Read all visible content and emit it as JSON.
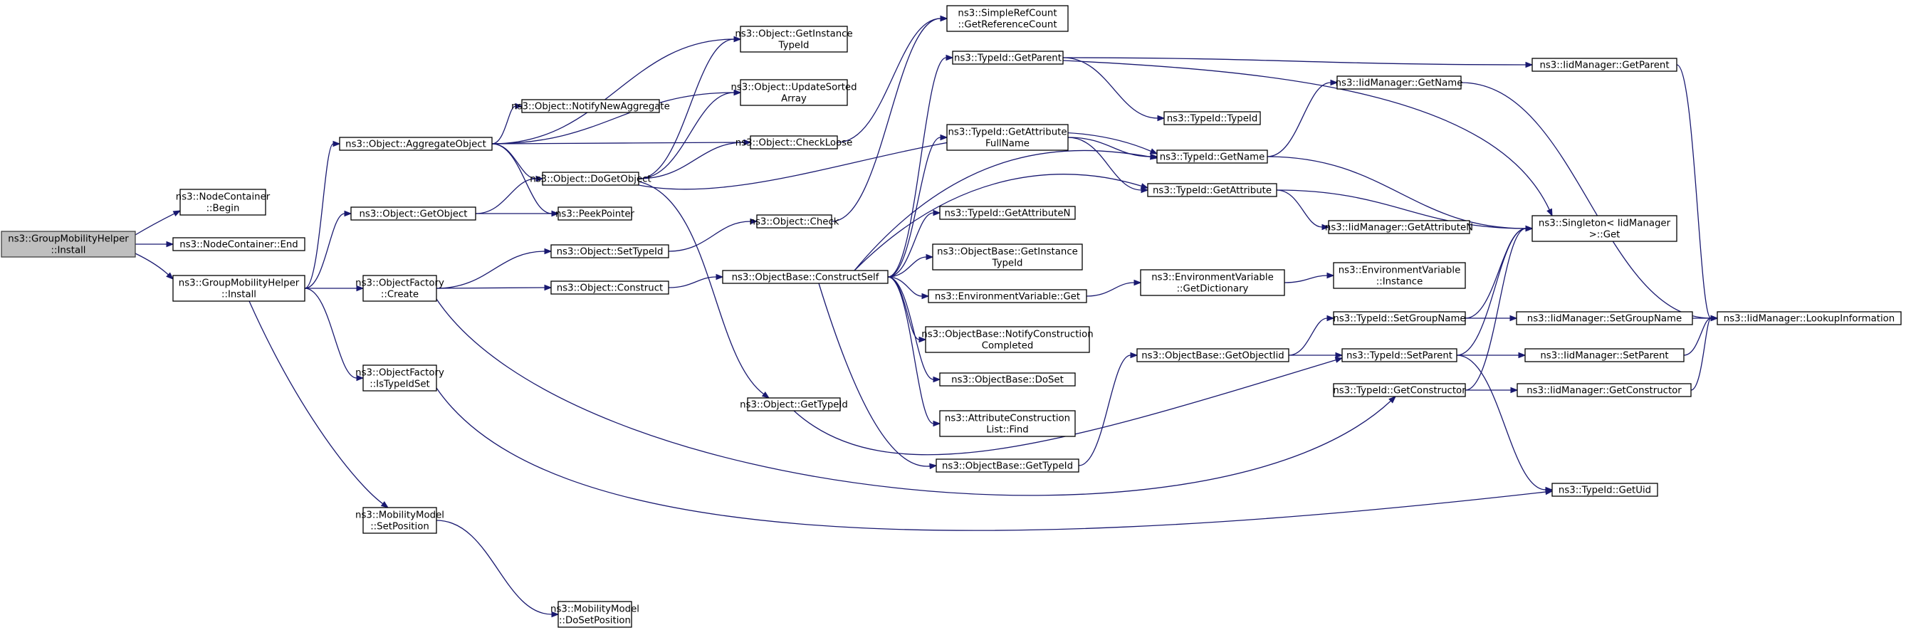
{
  "graph": {
    "root": "GroupMobilityHelper::Install (root)",
    "nodes": [
      {
        "id": "root",
        "lines": [
          "ns3::GroupMobilityHelper",
          "::Install"
        ],
        "highlight": true
      },
      {
        "id": "nc_begin",
        "lines": [
          "ns3::NodeContainer",
          "::Begin"
        ]
      },
      {
        "id": "nc_end",
        "lines": [
          "ns3::NodeContainer::End"
        ]
      },
      {
        "id": "gmh_install",
        "lines": [
          "ns3::GroupMobilityHelper",
          "::Install"
        ]
      },
      {
        "id": "aggregate",
        "lines": [
          "ns3::Object::AggregateObject"
        ]
      },
      {
        "id": "getobject",
        "lines": [
          "ns3::Object::GetObject"
        ]
      },
      {
        "id": "of_create",
        "lines": [
          "ns3::ObjectFactory",
          "::Create"
        ]
      },
      {
        "id": "of_istypeidset",
        "lines": [
          "ns3::ObjectFactory",
          "::IsTypeIdSet"
        ]
      },
      {
        "id": "mm_setpos",
        "lines": [
          "ns3::MobilityModel",
          "::SetPosition"
        ]
      },
      {
        "id": "mm_dosetpos",
        "lines": [
          "ns3::MobilityModel",
          "::DoSetPosition"
        ]
      },
      {
        "id": "notifynew",
        "lines": [
          "ns3::Object::NotifyNewAggregate"
        ]
      },
      {
        "id": "dogetobject",
        "lines": [
          "ns3::Object::DoGetObject"
        ]
      },
      {
        "id": "peekpointer",
        "lines": [
          "ns3::PeekPointer"
        ]
      },
      {
        "id": "settypeid",
        "lines": [
          "ns3::Object::SetTypeId"
        ]
      },
      {
        "id": "construct",
        "lines": [
          "ns3::Object::Construct"
        ]
      },
      {
        "id": "getinstancetypeid",
        "lines": [
          "ns3::Object::GetInstance",
          "TypeId"
        ]
      },
      {
        "id": "updatesorted",
        "lines": [
          "ns3::Object::UpdateSorted",
          "Array"
        ]
      },
      {
        "id": "checkloose",
        "lines": [
          "ns3::Object::CheckLoose"
        ]
      },
      {
        "id": "check",
        "lines": [
          "ns3::Object::Check"
        ]
      },
      {
        "id": "obj_gettypeid",
        "lines": [
          "ns3::Object::GetTypeId"
        ]
      },
      {
        "id": "constructself",
        "lines": [
          "ns3::ObjectBase::ConstructSelf"
        ]
      },
      {
        "id": "simplerefcount",
        "lines": [
          "ns3::SimpleRefCount",
          "::GetReferenceCount"
        ]
      },
      {
        "id": "tid_getparent",
        "lines": [
          "ns3::TypeId::GetParent"
        ]
      },
      {
        "id": "tid_getattrfullname",
        "lines": [
          "ns3::TypeId::GetAttribute",
          "FullName"
        ]
      },
      {
        "id": "tid_getattrn",
        "lines": [
          "ns3::TypeId::GetAttributeN"
        ]
      },
      {
        "id": "ob_getinstancetypeid",
        "lines": [
          "ns3::ObjectBase::GetInstance",
          "TypeId"
        ]
      },
      {
        "id": "env_get",
        "lines": [
          "ns3::EnvironmentVariable::Get"
        ]
      },
      {
        "id": "ob_notifyconstruction",
        "lines": [
          "ns3::ObjectBase::NotifyConstruction",
          "Completed"
        ]
      },
      {
        "id": "ob_doset",
        "lines": [
          "ns3::ObjectBase::DoSet"
        ]
      },
      {
        "id": "acl_find",
        "lines": [
          "ns3::AttributeConstruction",
          "List::Find"
        ]
      },
      {
        "id": "ob_gettypeid",
        "lines": [
          "ns3::ObjectBase::GetTypeId"
        ]
      },
      {
        "id": "tid_typeid",
        "lines": [
          "ns3::TypeId::TypeId"
        ]
      },
      {
        "id": "tid_getname",
        "lines": [
          "ns3::TypeId::GetName"
        ]
      },
      {
        "id": "tid_getattribute",
        "lines": [
          "ns3::TypeId::GetAttribute"
        ]
      },
      {
        "id": "env_getdict",
        "lines": [
          "ns3::EnvironmentVariable",
          "::GetDictionary"
        ]
      },
      {
        "id": "ob_getobjectiid",
        "lines": [
          "ns3::ObjectBase::GetObjectIid"
        ]
      },
      {
        "id": "iid_getname",
        "lines": [
          "ns3::IidManager::GetName"
        ]
      },
      {
        "id": "iid_getattrn",
        "lines": [
          "ns3::IidManager::GetAttributeN"
        ]
      },
      {
        "id": "env_instance",
        "lines": [
          "ns3::EnvironmentVariable",
          "::Instance"
        ]
      },
      {
        "id": "tid_setgroupname",
        "lines": [
          "ns3::TypeId::SetGroupName"
        ]
      },
      {
        "id": "tid_setparent",
        "lines": [
          "ns3::TypeId::SetParent"
        ]
      },
      {
        "id": "tid_getconstructor",
        "lines": [
          "ns3::TypeId::GetConstructor"
        ]
      },
      {
        "id": "iid_getparent",
        "lines": [
          "ns3::IidManager::GetParent"
        ]
      },
      {
        "id": "singleton_get",
        "lines": [
          "ns3::Singleton< IidManager",
          " >::Get"
        ]
      },
      {
        "id": "iid_setgroupname",
        "lines": [
          "ns3::IidManager::SetGroupName"
        ]
      },
      {
        "id": "iid_setparent",
        "lines": [
          "ns3::IidManager::SetParent"
        ]
      },
      {
        "id": "iid_getconstructor",
        "lines": [
          "ns3::IidManager::GetConstructor"
        ]
      },
      {
        "id": "tid_getuid",
        "lines": [
          "ns3::TypeId::GetUid"
        ]
      },
      {
        "id": "iid_lookup",
        "lines": [
          "ns3::IidManager::LookupInformation"
        ]
      }
    ],
    "edges": [
      [
        "root",
        "nc_begin"
      ],
      [
        "root",
        "nc_end"
      ],
      [
        "root",
        "gmh_install"
      ],
      [
        "gmh_install",
        "aggregate"
      ],
      [
        "gmh_install",
        "getobject"
      ],
      [
        "gmh_install",
        "of_create"
      ],
      [
        "gmh_install",
        "of_istypeidset"
      ],
      [
        "gmh_install",
        "mm_setpos"
      ],
      [
        "aggregate",
        "getinstancetypeid"
      ],
      [
        "aggregate",
        "updatesorted"
      ],
      [
        "aggregate",
        "notifynew"
      ],
      [
        "aggregate",
        "checkloose"
      ],
      [
        "aggregate",
        "dogetobject"
      ],
      [
        "aggregate",
        "peekpointer"
      ],
      [
        "getobject",
        "dogetobject"
      ],
      [
        "getobject",
        "peekpointer"
      ],
      [
        "of_create",
        "settypeid"
      ],
      [
        "of_create",
        "construct"
      ],
      [
        "of_create",
        "tid_getconstructor"
      ],
      [
        "of_istypeidset",
        "tid_getuid"
      ],
      [
        "mm_setpos",
        "mm_dosetpos"
      ],
      [
        "dogetobject",
        "getinstancetypeid"
      ],
      [
        "dogetobject",
        "updatesorted"
      ],
      [
        "dogetobject",
        "checkloose"
      ],
      [
        "dogetobject",
        "tid_getname"
      ],
      [
        "dogetobject",
        "obj_gettypeid"
      ],
      [
        "checkloose",
        "simplerefcount"
      ],
      [
        "settypeid",
        "check"
      ],
      [
        "check",
        "simplerefcount"
      ],
      [
        "construct",
        "constructself"
      ],
      [
        "obj_gettypeid",
        "tid_setparent"
      ],
      [
        "constructself",
        "tid_getparent"
      ],
      [
        "constructself",
        "tid_getattrfullname"
      ],
      [
        "constructself",
        "tid_getattrn"
      ],
      [
        "constructself",
        "ob_getinstancetypeid"
      ],
      [
        "constructself",
        "env_get"
      ],
      [
        "constructself",
        "ob_notifyconstruction"
      ],
      [
        "constructself",
        "ob_doset"
      ],
      [
        "constructself",
        "acl_find"
      ],
      [
        "constructself",
        "ob_gettypeid"
      ],
      [
        "constructself",
        "tid_getattribute"
      ],
      [
        "constructself",
        "tid_getname"
      ],
      [
        "tid_getparent",
        "tid_typeid"
      ],
      [
        "tid_getparent",
        "iid_getparent"
      ],
      [
        "tid_getparent",
        "singleton_get"
      ],
      [
        "tid_getattrfullname",
        "tid_getname"
      ],
      [
        "tid_getattrfullname",
        "tid_getattribute"
      ],
      [
        "tid_getname",
        "iid_getname"
      ],
      [
        "tid_getname",
        "singleton_get"
      ],
      [
        "tid_getattribute",
        "iid_getattrn"
      ],
      [
        "tid_getattribute",
        "singleton_get"
      ],
      [
        "env_get",
        "env_getdict"
      ],
      [
        "env_getdict",
        "env_instance"
      ],
      [
        "ob_gettypeid",
        "ob_getobjectiid"
      ],
      [
        "ob_getobjectiid",
        "tid_setgroupname"
      ],
      [
        "ob_getobjectiid",
        "tid_setparent"
      ],
      [
        "tid_setgroupname",
        "singleton_get"
      ],
      [
        "tid_setgroupname",
        "iid_setgroupname"
      ],
      [
        "tid_setparent",
        "singleton_get"
      ],
      [
        "tid_setparent",
        "iid_setparent"
      ],
      [
        "tid_setparent",
        "tid_getuid"
      ],
      [
        "tid_getconstructor",
        "singleton_get"
      ],
      [
        "tid_getconstructor",
        "iid_getconstructor"
      ],
      [
        "iid_getname",
        "iid_lookup"
      ],
      [
        "iid_getparent",
        "iid_lookup"
      ],
      [
        "iid_setgroupname",
        "iid_lookup"
      ],
      [
        "iid_setparent",
        "iid_lookup"
      ],
      [
        "iid_getconstructor",
        "iid_lookup"
      ]
    ]
  }
}
